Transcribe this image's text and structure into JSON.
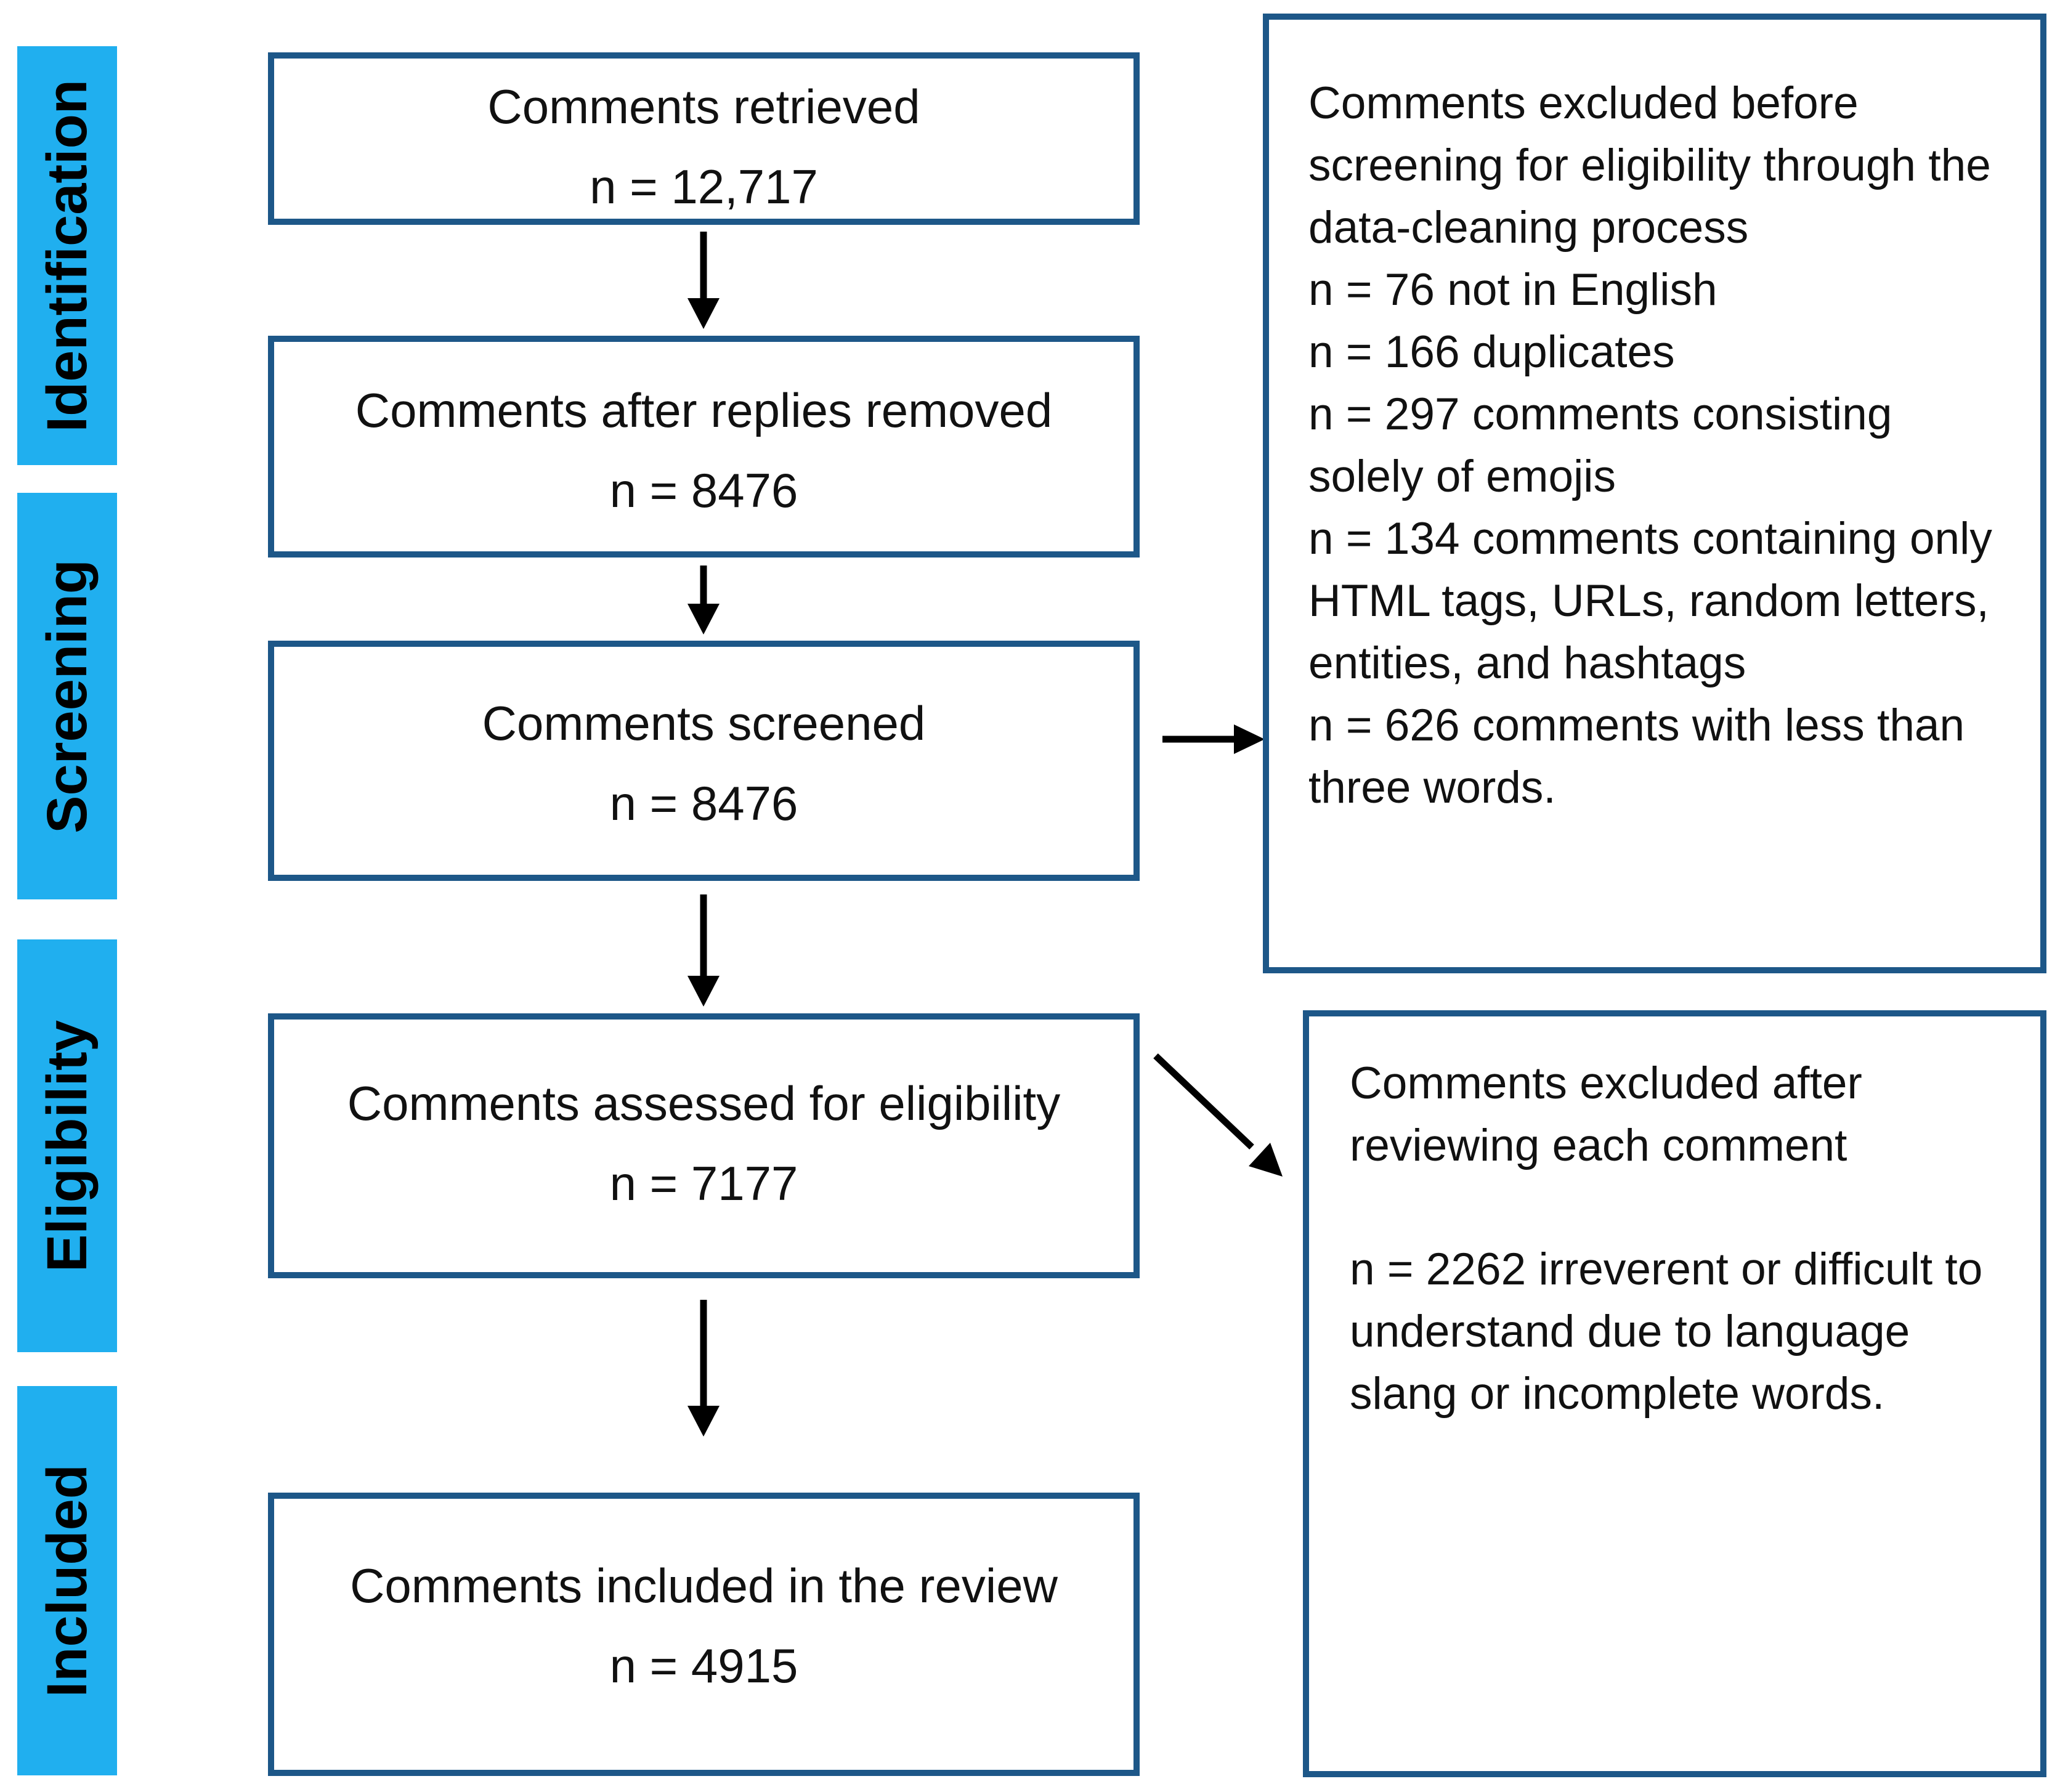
{
  "sidebar": {
    "stages": [
      {
        "label": "Identification"
      },
      {
        "label": "Screening"
      },
      {
        "label": "Eligibility"
      },
      {
        "label": "Included"
      }
    ]
  },
  "flow": {
    "boxes": [
      {
        "label": "Comments retrieved",
        "count": "n = 12,717"
      },
      {
        "label": "Comments after replies removed",
        "count": "n = 8476"
      },
      {
        "label": "Comments screened",
        "count": "n = 8476"
      },
      {
        "label": "Comments assessed for eligibility",
        "count": "n = 7177"
      },
      {
        "label": "Comments included in the review",
        "count": "n = 4915"
      }
    ]
  },
  "exclusions": [
    {
      "paragraphs": [
        "Comments excluded before screening for eligibility through the data-cleaning process",
        "n = 76 not in English",
        "n = 166 duplicates",
        "n = 297 comments consisting solely of emojis",
        "n = 134 comments containing only HTML tags, URLs, random letters, entities, and hashtags",
        "n = 626 comments with less than three words."
      ]
    },
    {
      "paragraphs": [
        "Comments excluded after reviewing each comment",
        "n = 2262 irreverent or difficult to understand due to language slang or incomplete words."
      ]
    }
  ],
  "colors": {
    "accent_cyan": "#20AFEF",
    "box_border": "#1D5788",
    "arrow": "#000000",
    "text": "#111111"
  }
}
